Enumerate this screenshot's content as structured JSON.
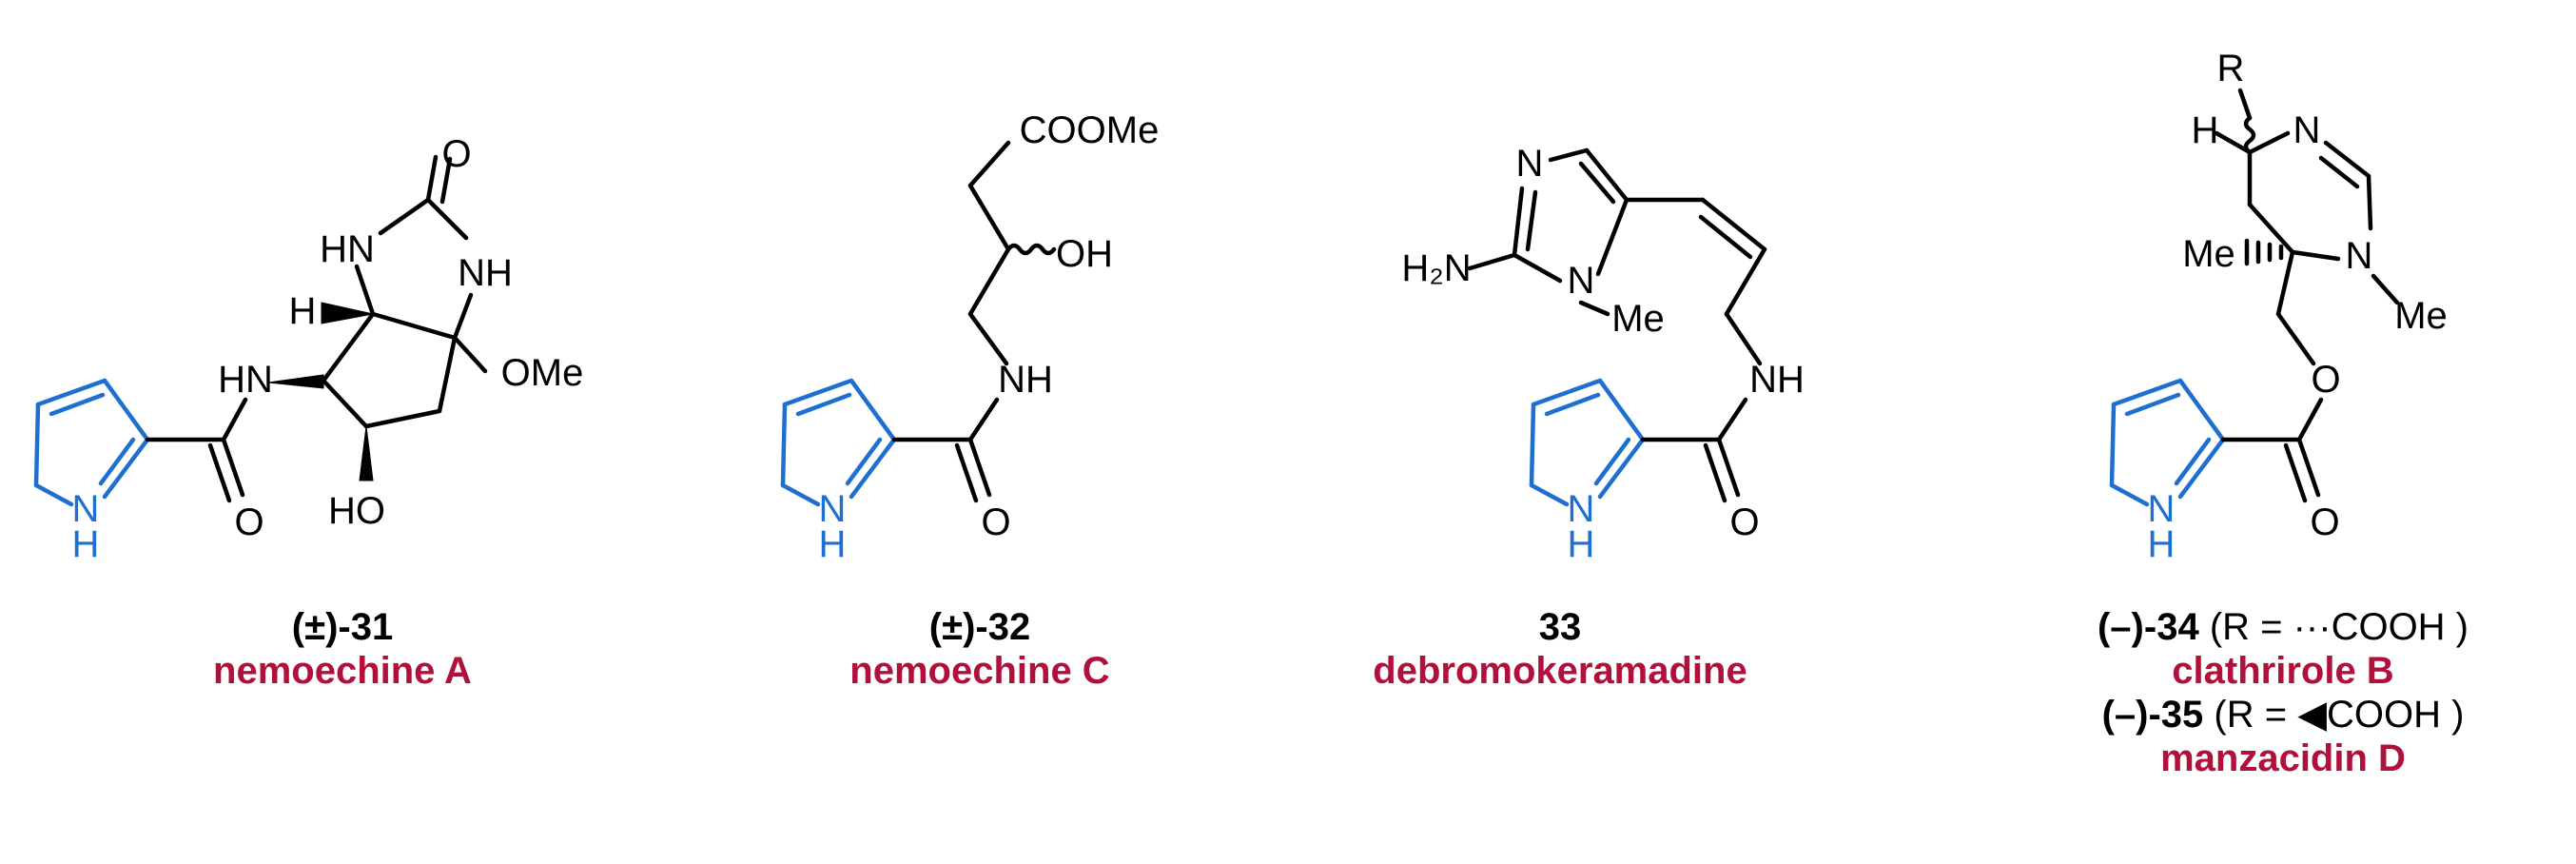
{
  "compounds": [
    {
      "id": "(±)-31",
      "name": "nemoechine A"
    },
    {
      "id": "(±)-32",
      "name": "nemoechine C"
    },
    {
      "id": "33",
      "name": "debromokeramadine"
    },
    {
      "id": "(–)-34",
      "note": "(R = ···COOH )",
      "name": "clathrirole B"
    },
    {
      "id": "(–)-35",
      "note": "(R = ◀COOH )",
      "name": "manzacidin D"
    }
  ],
  "atoms": {
    "N": "N",
    "H": "H",
    "O": "O",
    "NH": "NH",
    "HN": "HN",
    "HO": "HO",
    "OH": "OH",
    "OMe": "OMe",
    "COOMe": "COOMe",
    "Me": "Me",
    "R": "R",
    "H2N": "H₂N"
  },
  "colors": {
    "pyrrole": "#1f6fd0",
    "name": "#b0103a",
    "text": "#000000"
  }
}
